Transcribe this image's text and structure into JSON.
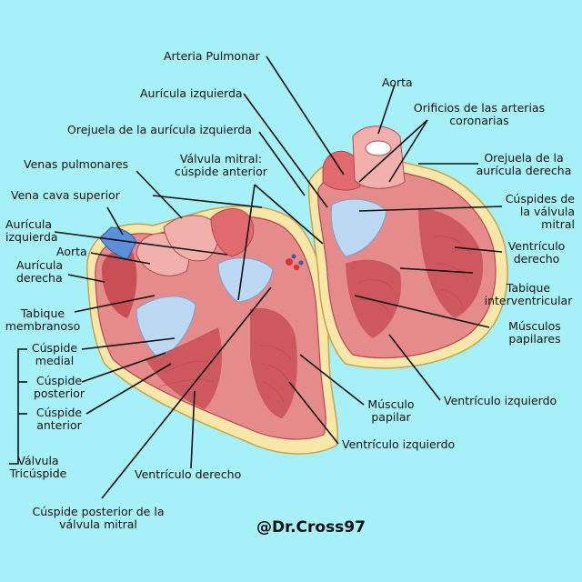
{
  "labels": {
    "arteria_pulmonar": "Arteria Pulmonar",
    "auricula_izquierda_top": "Aurícula izquierda",
    "orejuela_auricula_izquierda": "Orejuela de la aurícula izquierda",
    "aorta_top": "Aorta",
    "orificios_line1": "Orificios de las arterias",
    "orificios_line2": "coronarias",
    "orejuela_derecha_line1": "Orejuela de la",
    "orejuela_derecha_line2": "aurícula derecha",
    "venas_pulmonares": "Venas pulmonares",
    "valvula_mitral_line1": "Válvula mitral:",
    "valvula_mitral_line2": "cúspide anterior",
    "vena_cava_superior": "Vena cava superior",
    "cuspides_line1": "Cúspides de",
    "cuspides_line2": "la válvula",
    "cuspides_line3": "mitral",
    "auricula_izquierda_left_line1": "Aurícula",
    "auricula_izquierda_left_line2": "izquierda",
    "aorta_left": "Aorta",
    "auricula_derecha_line1": "Aurícula",
    "auricula_derecha_line2": "derecha",
    "ventriculo_derecho_right_line1": "Ventrículo",
    "ventriculo_derecho_right_line2": "derecho",
    "tabique_interventricular_line1": "Tabique",
    "tabique_interventricular_line2": "interventricular",
    "tabique_membranoso_line1": "Tabique",
    "tabique_membranoso_line2": "membranoso",
    "musculos_papilares_line1": "Músculos",
    "musculos_papilares_line2": "papilares",
    "cuspide_medial_line1": "Cúspide",
    "cuspide_medial_line2": "medial",
    "cuspide_posterior_line1": "Cúspide",
    "cuspide_posterior_line2": "posterior",
    "cuspide_anterior_line1": "Cúspide",
    "cuspide_anterior_line2": "anterior",
    "ventriculo_izquierdo_right": "Ventrículo izquierdo",
    "musculo_papilar_line1": "Músculo",
    "musculo_papilar_line2": "papilar",
    "valvula_tricuspide_line1": "Válvula",
    "valvula_tricuspide_line2": "Tricúspide",
    "ventriculo_izquierdo_bottom": "Ventrículo izquierdo",
    "ventriculo_derecho_bottom": "Ventrículo derecho",
    "cuspide_posterior_mitral_line1": "Cúspide posterior de la",
    "cuspide_posterior_mitral_line2": "válvula mitral"
  },
  "credit": "@Dr.Cross97",
  "colors": {
    "background": "#a6f0f7",
    "muscle": "#e58b8b",
    "muscle_dark": "#c94f55",
    "muscle_light": "#f2b0ad",
    "valve": "#bcd8f2",
    "fat": "#f7e7a8",
    "vein_blue": "#5b8fd8",
    "line": "#111111"
  }
}
